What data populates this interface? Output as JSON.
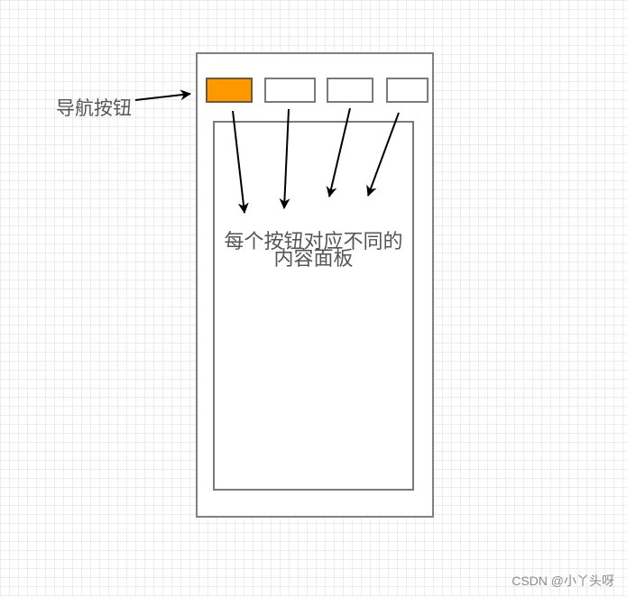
{
  "diagram": {
    "nav_label": "导航按钮",
    "panel_text_line1": "每个按钮对应不同的",
    "panel_text_line2": "内容面板",
    "nav_buttons": [
      {
        "active": true,
        "color": "#ff9900"
      },
      {
        "active": false
      },
      {
        "active": false
      },
      {
        "active": false
      }
    ]
  },
  "watermark": "CSDN @小丫头呀",
  "colors": {
    "active_button": "#ff9900",
    "border": "#808080",
    "arrow": "#000000"
  }
}
